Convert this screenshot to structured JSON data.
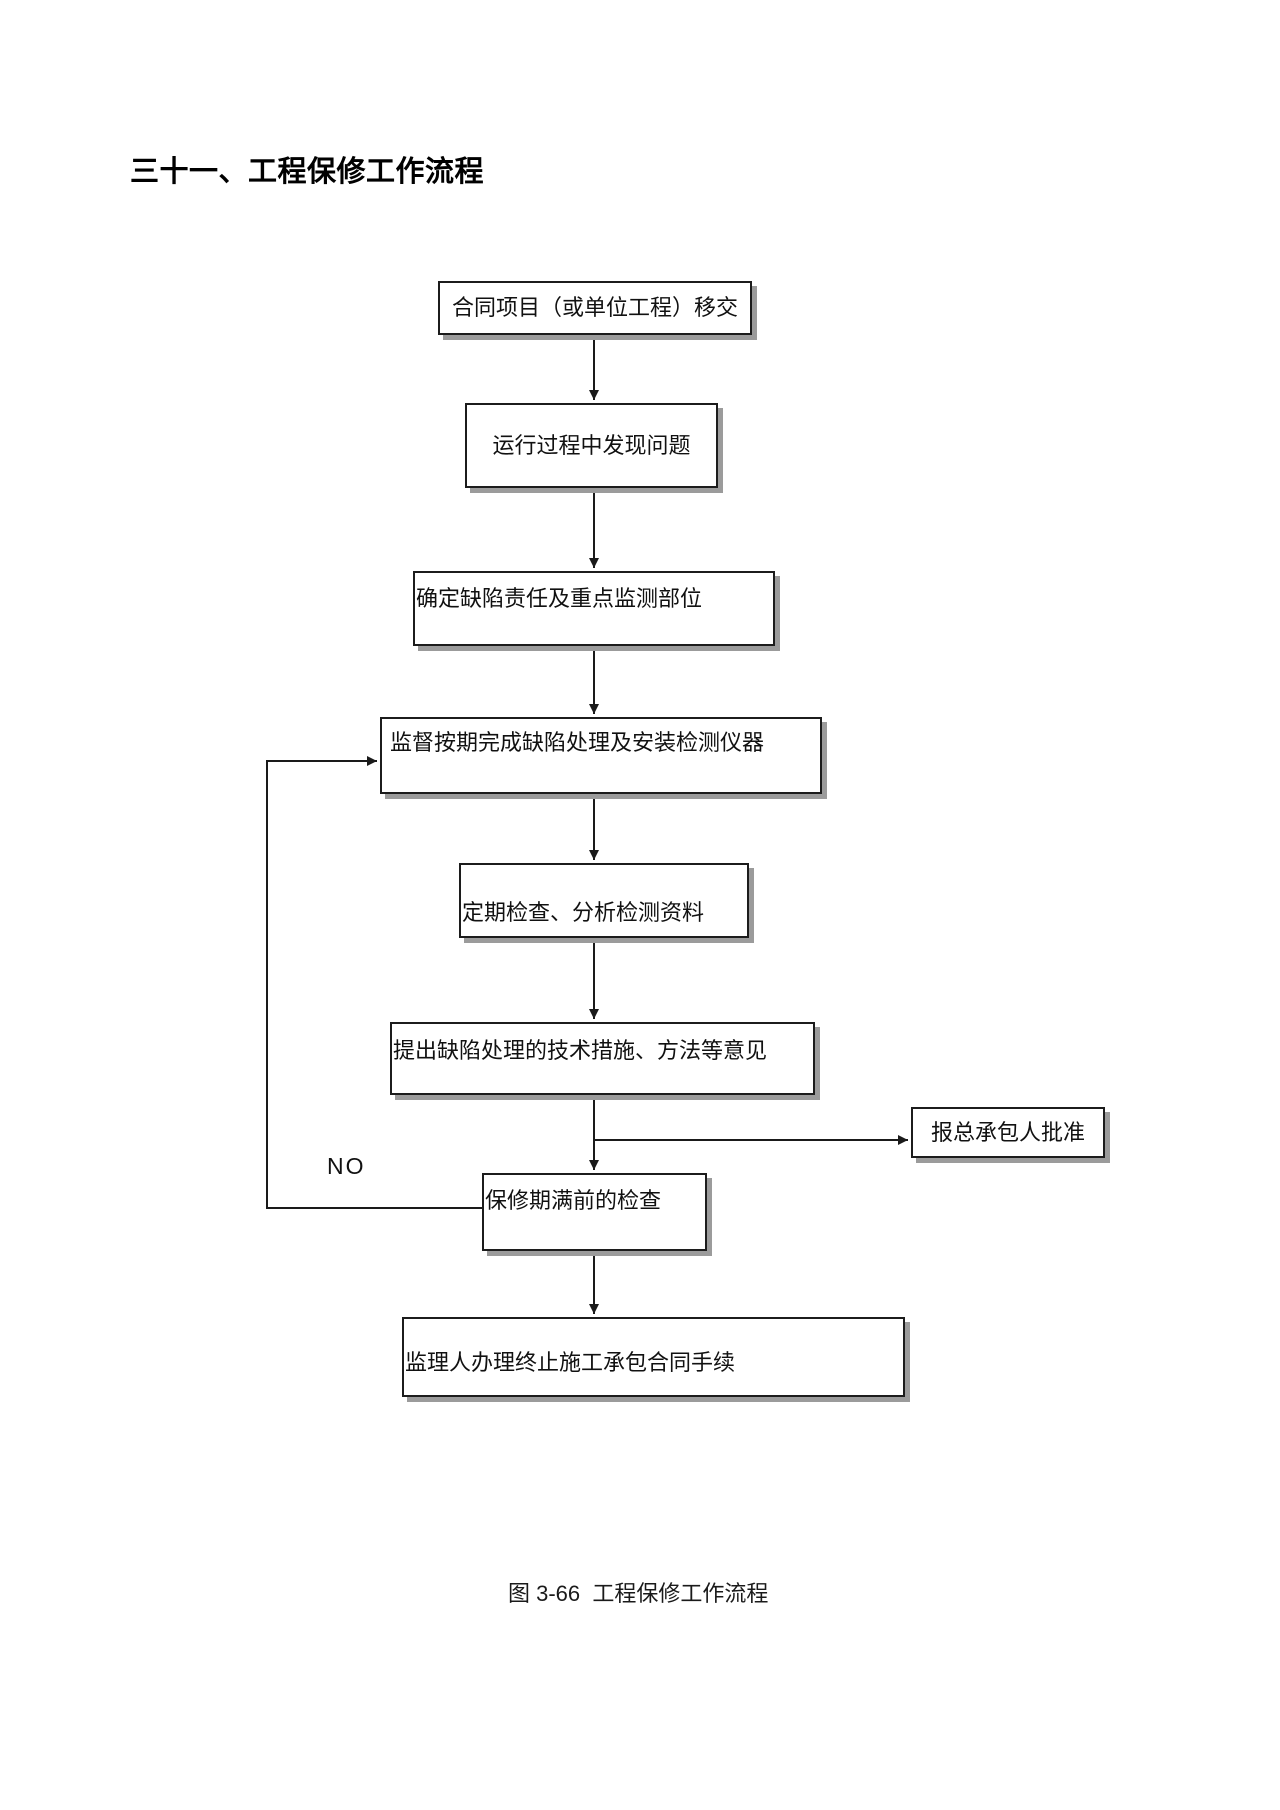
{
  "page": {
    "title": "三十一、工程保修工作流程",
    "caption": "图 3-66  工程保修工作流程"
  },
  "flowchart": {
    "no_label": "NO",
    "nodes": [
      {
        "id": "contract-handover",
        "label": "合同项目（或单位工程）移交"
      },
      {
        "id": "operation-issues",
        "label": "运行过程中发现问题"
      },
      {
        "id": "defect-responsibility",
        "label": "确定缺陷责任及重点监测部位"
      },
      {
        "id": "supervise-defect-processing",
        "label": "监督按期完成缺陷处理及安装检测仪器"
      },
      {
        "id": "periodic-inspection",
        "label": "定期检查、分析检测资料"
      },
      {
        "id": "technical-measures",
        "label": "提出缺陷处理的技术措施、方法等意见"
      },
      {
        "id": "report-general-contractor",
        "label": "报总承包人批准"
      },
      {
        "id": "pre-expiry-inspection",
        "label": "保修期满前的检查"
      },
      {
        "id": "terminate-contract",
        "label": "监理人办理终止施工承包合同手续"
      }
    ],
    "colors": {
      "line": "#1a1a1a",
      "border": "#1c1c1c",
      "shadow": "#9b9b9b",
      "text": "#111111",
      "background": "#ffffff"
    }
  }
}
